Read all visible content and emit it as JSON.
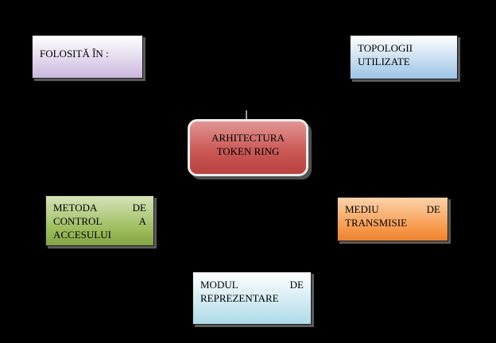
{
  "diagram": {
    "title": "Token Ring architecture diagram",
    "background": "#000000"
  },
  "boxes": {
    "folosita": {
      "lines": [
        "FOLOSITĂ ÎN :"
      ],
      "fill_top": "#ffffff",
      "fill_bottom": "#cbb8dd"
    },
    "topologii": {
      "lines": [
        "TOPOLOGII",
        "UTILIZATE"
      ],
      "fill_top": "#ffffff",
      "fill_bottom": "#9cc3e5"
    },
    "arhitectura": {
      "lines": [
        "ARHITECTURA",
        "TOKEN RING"
      ],
      "fill_top": "#e09593",
      "fill_bottom": "#b8413e",
      "border": "#ececec"
    },
    "metoda": {
      "lines": [
        "METODA DE",
        "CONTROL A",
        "ACCESULUI"
      ],
      "fill_top": "#d5e3b9",
      "fill_bottom": "#84a349"
    },
    "mediu": {
      "lines": [
        "MEDIU DE",
        "TRANSMISIE"
      ],
      "fill_top": "#fcd3ab",
      "fill_bottom": "#ec8330"
    },
    "modul": {
      "lines": [
        "MODUL DE",
        "REPREZENTARE"
      ],
      "fill_top": "#ffffff",
      "fill_bottom": "#aedbe8"
    }
  }
}
